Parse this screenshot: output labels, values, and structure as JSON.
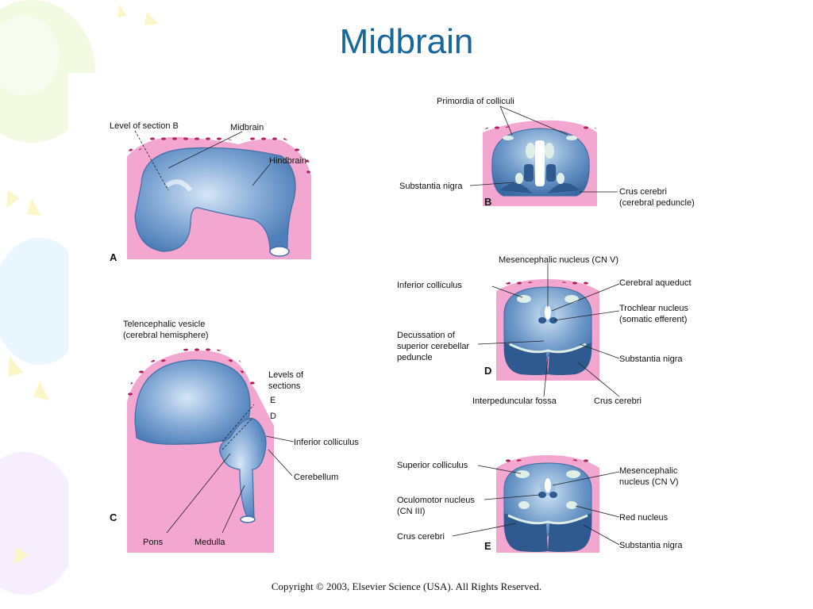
{
  "title": "Midbrain",
  "copyright": "Copyright © 2003, Elsevier Science (USA). All Rights Reserved.",
  "colors": {
    "title": "#17679a",
    "tissue_pink": "#f3a6cf",
    "neural_blue": "#6f98c9",
    "dark_blue": "#2f5a8f",
    "nucleus_light": "#dfeee6"
  },
  "panel_a": {
    "letter": "A",
    "labels": {
      "level_b": "Level of section B",
      "midbrain": "Midbrain",
      "hindbrain": "Hindbrain"
    }
  },
  "panel_b": {
    "letter": "B",
    "labels": {
      "primordia": "Primordia of colliculi",
      "substantia_nigra": "Substantia nigra",
      "crus_1": "Crus cerebri",
      "crus_2": "(cerebral peduncle)"
    }
  },
  "panel_c": {
    "letter": "C",
    "labels": {
      "telen_1": "Telencephalic vesicle",
      "telen_2": "(cerebral hemisphere)",
      "levels_1": "Levels of",
      "levels_2": "sections",
      "e": "E",
      "d": "D",
      "inferior_colliculus": "Inferior colliculus",
      "cerebellum": "Cerebellum",
      "pons": "Pons",
      "medulla": "Medulla"
    }
  },
  "panel_d": {
    "letter": "D",
    "labels": {
      "mesencephalic": "Mesencephalic nucleus (CN V)",
      "inferior_colliculus": "Inferior colliculus",
      "aqueduct": "Cerebral aqueduct",
      "trochlear_1": "Trochlear nucleus",
      "trochlear_2": "(somatic efferent)",
      "decussation_1": "Decussation of",
      "decussation_2": "superior cerebellar",
      "decussation_3": "peduncle",
      "substantia_nigra": "Substantia nigra",
      "interpeduncular": "Interpeduncular fossa",
      "crus": "Crus cerebri"
    }
  },
  "panel_e": {
    "letter": "E",
    "labels": {
      "superior_colliculus": "Superior colliculus",
      "mesencephalic_1": "Mesencephalic",
      "mesencephalic_2": "nucleus (CN V)",
      "oculomotor_1": "Oculomotor nucleus",
      "oculomotor_2": "(CN III)",
      "red_nucleus": "Red nucleus",
      "crus": "Crus cerebri",
      "substantia_nigra": "Substantia nigra"
    }
  }
}
